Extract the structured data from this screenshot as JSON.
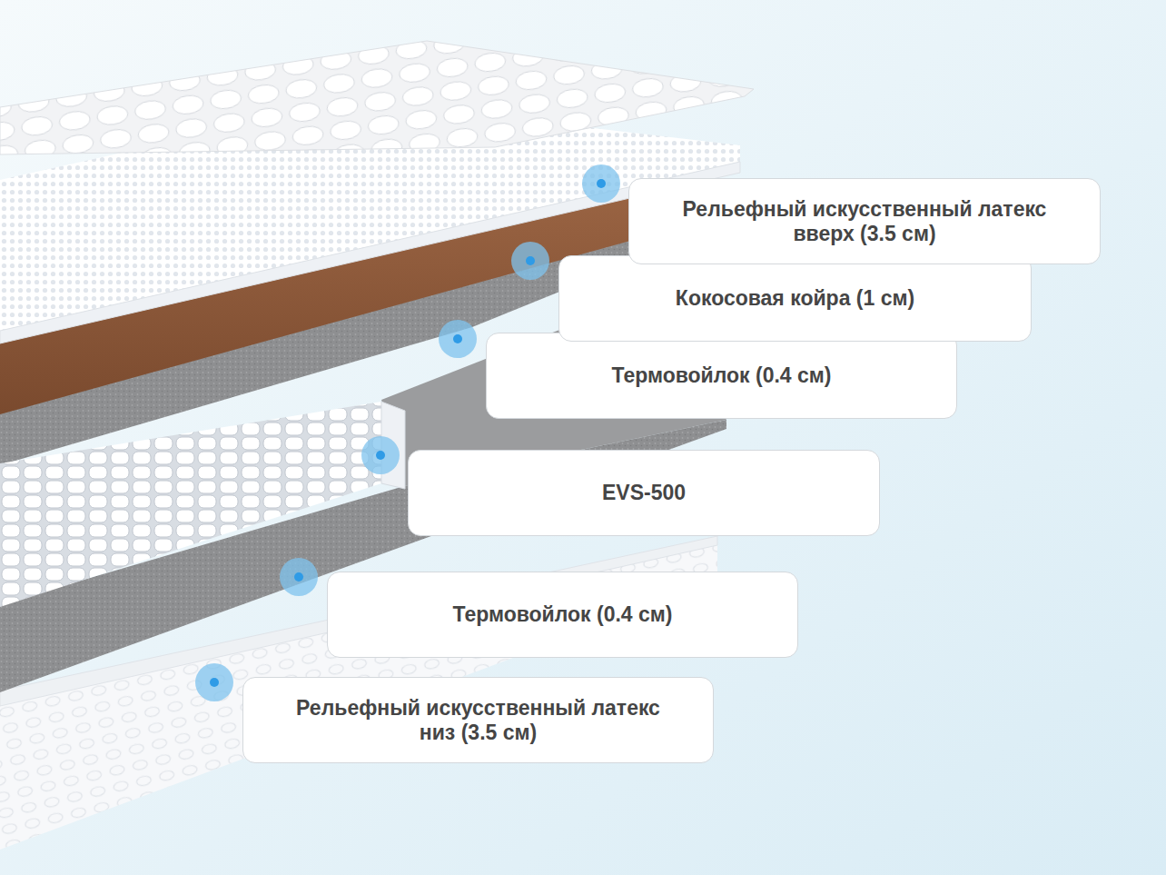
{
  "diagram": {
    "nodes": [
      {
        "text": [
          "Рельефный искусственный латекс вверх (3.5 см)"
        ]
      },
      {
        "text": [
          "Кокосовая койра (1 см)"
        ]
      },
      {
        "text": [
          "Термовойлок (0.4 см)"
        ]
      },
      {
        "text": [
          "EVS-500"
        ]
      },
      {
        "text": [
          "Термовойлок (0.4 см)"
        ]
      },
      {
        "text": [
          "Рельефный искусственный латекс низ (3.5 см)"
        ]
      }
    ]
  }
}
